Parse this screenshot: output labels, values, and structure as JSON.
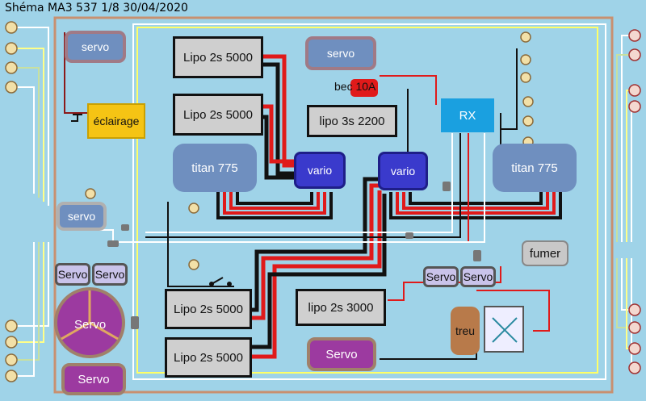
{
  "title": "Shéma MA3 537 1/8   30/04/2020",
  "components": {
    "servo_top": "servo",
    "lipo1": "Lipo 2s 5000",
    "servo_tr": "servo",
    "bec": "bec 10A",
    "eclairage": "éclairage",
    "lipo2": "Lipo 2s 5000",
    "lipo3s": "lipo 3s 2200",
    "rx": "RX",
    "titan_l": "titan 775",
    "vario_l": "vario",
    "vario_r": "vario",
    "titan_r": "titan 775",
    "servo_mid": "servo",
    "servo_s1": "Servo",
    "servo_s2": "Servo",
    "servo_s3": "Servo",
    "servo_s4": "Servo",
    "fumer": "fumer",
    "servo_wheel": "Servo",
    "lipo3": "Lipo 2s 5000",
    "lipo3000": "lipo 2s 3000",
    "treuil": "treu",
    "lipo4": "Lipo 2s 5000",
    "servo_mid_bottom": "Servo",
    "servo_bottom_left": "Servo"
  },
  "colors": {
    "background": "#9fd3e8",
    "wire_red": "#e01a1a",
    "wire_black": "#111111",
    "lamp": "#f2e0a8"
  }
}
